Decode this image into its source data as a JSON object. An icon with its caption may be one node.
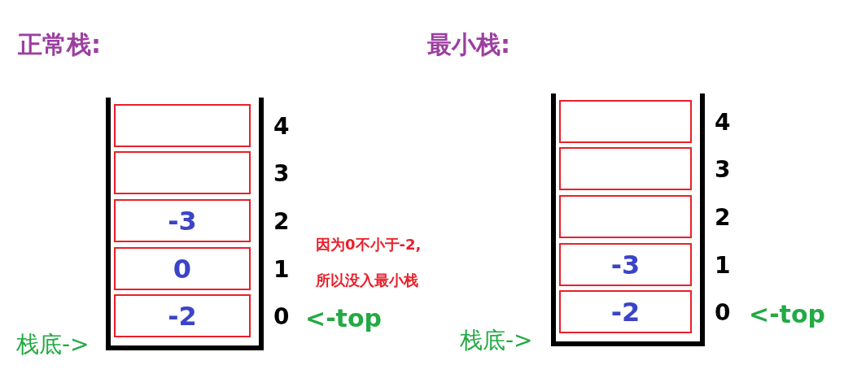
{
  "diagram": {
    "nodes": [
      {
        "text": [
          "正常栈:"
        ]
      },
      {
        "text": [],
        "shape": "box",
        "in": 0,
        "beside": [
          "4"
        ]
      },
      {
        "text": [],
        "shape": "box",
        "in": 0,
        "beside": [
          "3"
        ]
      },
      {
        "text": [
          "-3"
        ],
        "in": 0,
        "beside": [
          "2"
        ]
      },
      {
        "text": [
          "0"
        ],
        "in": 0,
        "beside": [
          "1"
        ]
      },
      {
        "text": [
          "-2"
        ],
        "in": 0,
        "beside": [
          "0"
        ]
      },
      {
        "text": [
          "最小栈:"
        ]
      },
      {
        "text": [],
        "shape": "box",
        "in": 6,
        "beside": [
          "4"
        ]
      },
      {
        "text": [],
        "shape": "box",
        "in": 6,
        "beside": [
          "3"
        ]
      },
      {
        "text": [],
        "shape": "box",
        "in": 6,
        "beside": [
          "2"
        ]
      },
      {
        "text": [
          "-3"
        ],
        "in": 6,
        "beside": [
          "1"
        ]
      },
      {
        "text": [
          "-2"
        ],
        "in": 6,
        "beside": [
          "0"
        ]
      }
    ],
    "labels": [
      "因为0不小于-2,",
      "所以没入最小栈",
      "<-top",
      "栈底->",
      "<-top",
      "栈底->"
    ]
  }
}
